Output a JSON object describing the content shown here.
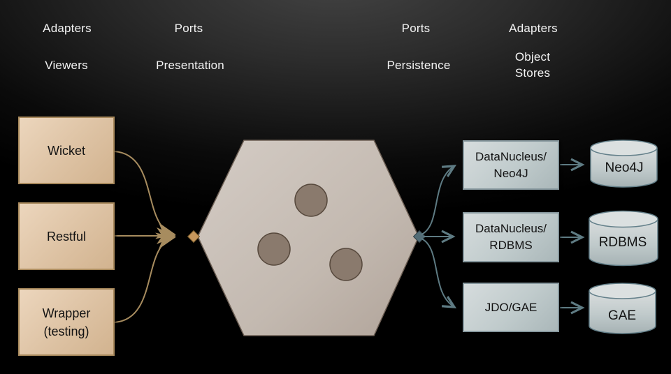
{
  "slide": {
    "port_labels": [
      {
        "text": "Adapters"
      },
      {
        "text": "Ports"
      },
      {
        "text": "Ports"
      },
      {
        "text": "Adapters"
      }
    ],
    "layer_labels": {
      "viewers": "Viewers",
      "presentation": "Presentation",
      "persistence": "Persistence",
      "object_stores": {
        "lines": [
          "Object",
          "Stores"
        ]
      }
    },
    "viewer_boxes": [
      {
        "lines": [
          "Wicket"
        ]
      },
      {
        "lines": [
          "Restful"
        ]
      },
      {
        "lines": [
          "Wrapper",
          "(testing)"
        ]
      }
    ],
    "persistence_adapter_boxes": [
      {
        "lines": [
          "DataNucleus/",
          "Neo4J"
        ]
      },
      {
        "lines": [
          "DataNucleus/",
          "RDBMS"
        ]
      },
      {
        "lines": [
          "JDO/GAE"
        ]
      }
    ],
    "object_store_cylinders": [
      {
        "label": "Neo4J"
      },
      {
        "label": "RDBMS"
      },
      {
        "label": "GAE"
      }
    ],
    "colors": {
      "background_top": "#444444",
      "viewer_box_fill": "#ddc2a3",
      "viewer_box_border": "#a8895c",
      "left_connector": "#a78c5f",
      "left_port_diamond": "#c6975c",
      "hexagon_fill": "#c6bcb4",
      "hexagon_border": "#6f6156",
      "domain_circle_fill": "#8a7a6d",
      "adapter_box_fill": "#c0cbcc",
      "adapter_box_border": "#87989e",
      "right_connector": "#5e7b83",
      "right_port_diamond": "#536d77",
      "store_cylinder_fill": "#c4cecf",
      "label_text": "#f4f4f4",
      "box_text": "#121212"
    }
  }
}
